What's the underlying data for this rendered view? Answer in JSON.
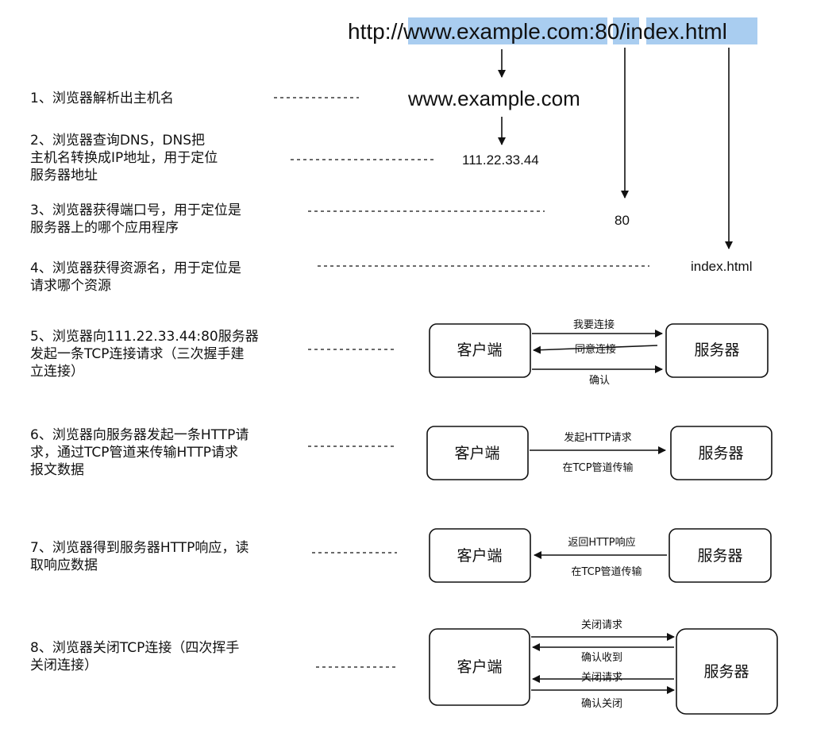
{
  "url": {
    "scheme": "http://",
    "host": "www.example.com",
    "colon": ":",
    "port": "80",
    "path": "/index.html"
  },
  "parsed": {
    "hostname": "www.example.com",
    "ip": "111.22.33.44",
    "port": "80",
    "resource": "index.html"
  },
  "steps": [
    "1、浏览器解析出主机名",
    "2、浏览器查询DNS，DNS把\n主机名转换成IP地址，用于定位\n服务器地址",
    "3、浏览器获得端口号，用于定位是\n服务器上的哪个应用程序",
    "4、浏览器获得资源名，用于定位是\n请求哪个资源",
    "5、浏览器向111.22.33.44:80服务器\n发起一条TCP连接请求（三次握手建\n立连接）",
    "6、浏览器向服务器发起一条HTTP请\n求，通过TCP管道来传输HTTP请求\n报文数据",
    "7、浏览器得到服务器HTTP响应，读\n取响应数据",
    "8、浏览器关闭TCP连接（四次挥手\n关闭连接）"
  ],
  "nodes": {
    "client": "客户端",
    "server": "服务器"
  },
  "handshake": {
    "syn": "我要连接",
    "synack": "同意连接",
    "ack": "确认"
  },
  "request": {
    "send": "发起HTTP请求",
    "via": "在TCP管道传输"
  },
  "response": {
    "ret": "返回HTTP响应",
    "via": "在TCP管道传输"
  },
  "teardown": {
    "fin1": "关闭请求",
    "ack1": "确认收到",
    "fin2": "关闭请求",
    "ack2": "确认关闭"
  },
  "colors": {
    "highlight": "#a9cdf0",
    "stroke": "#111111"
  }
}
